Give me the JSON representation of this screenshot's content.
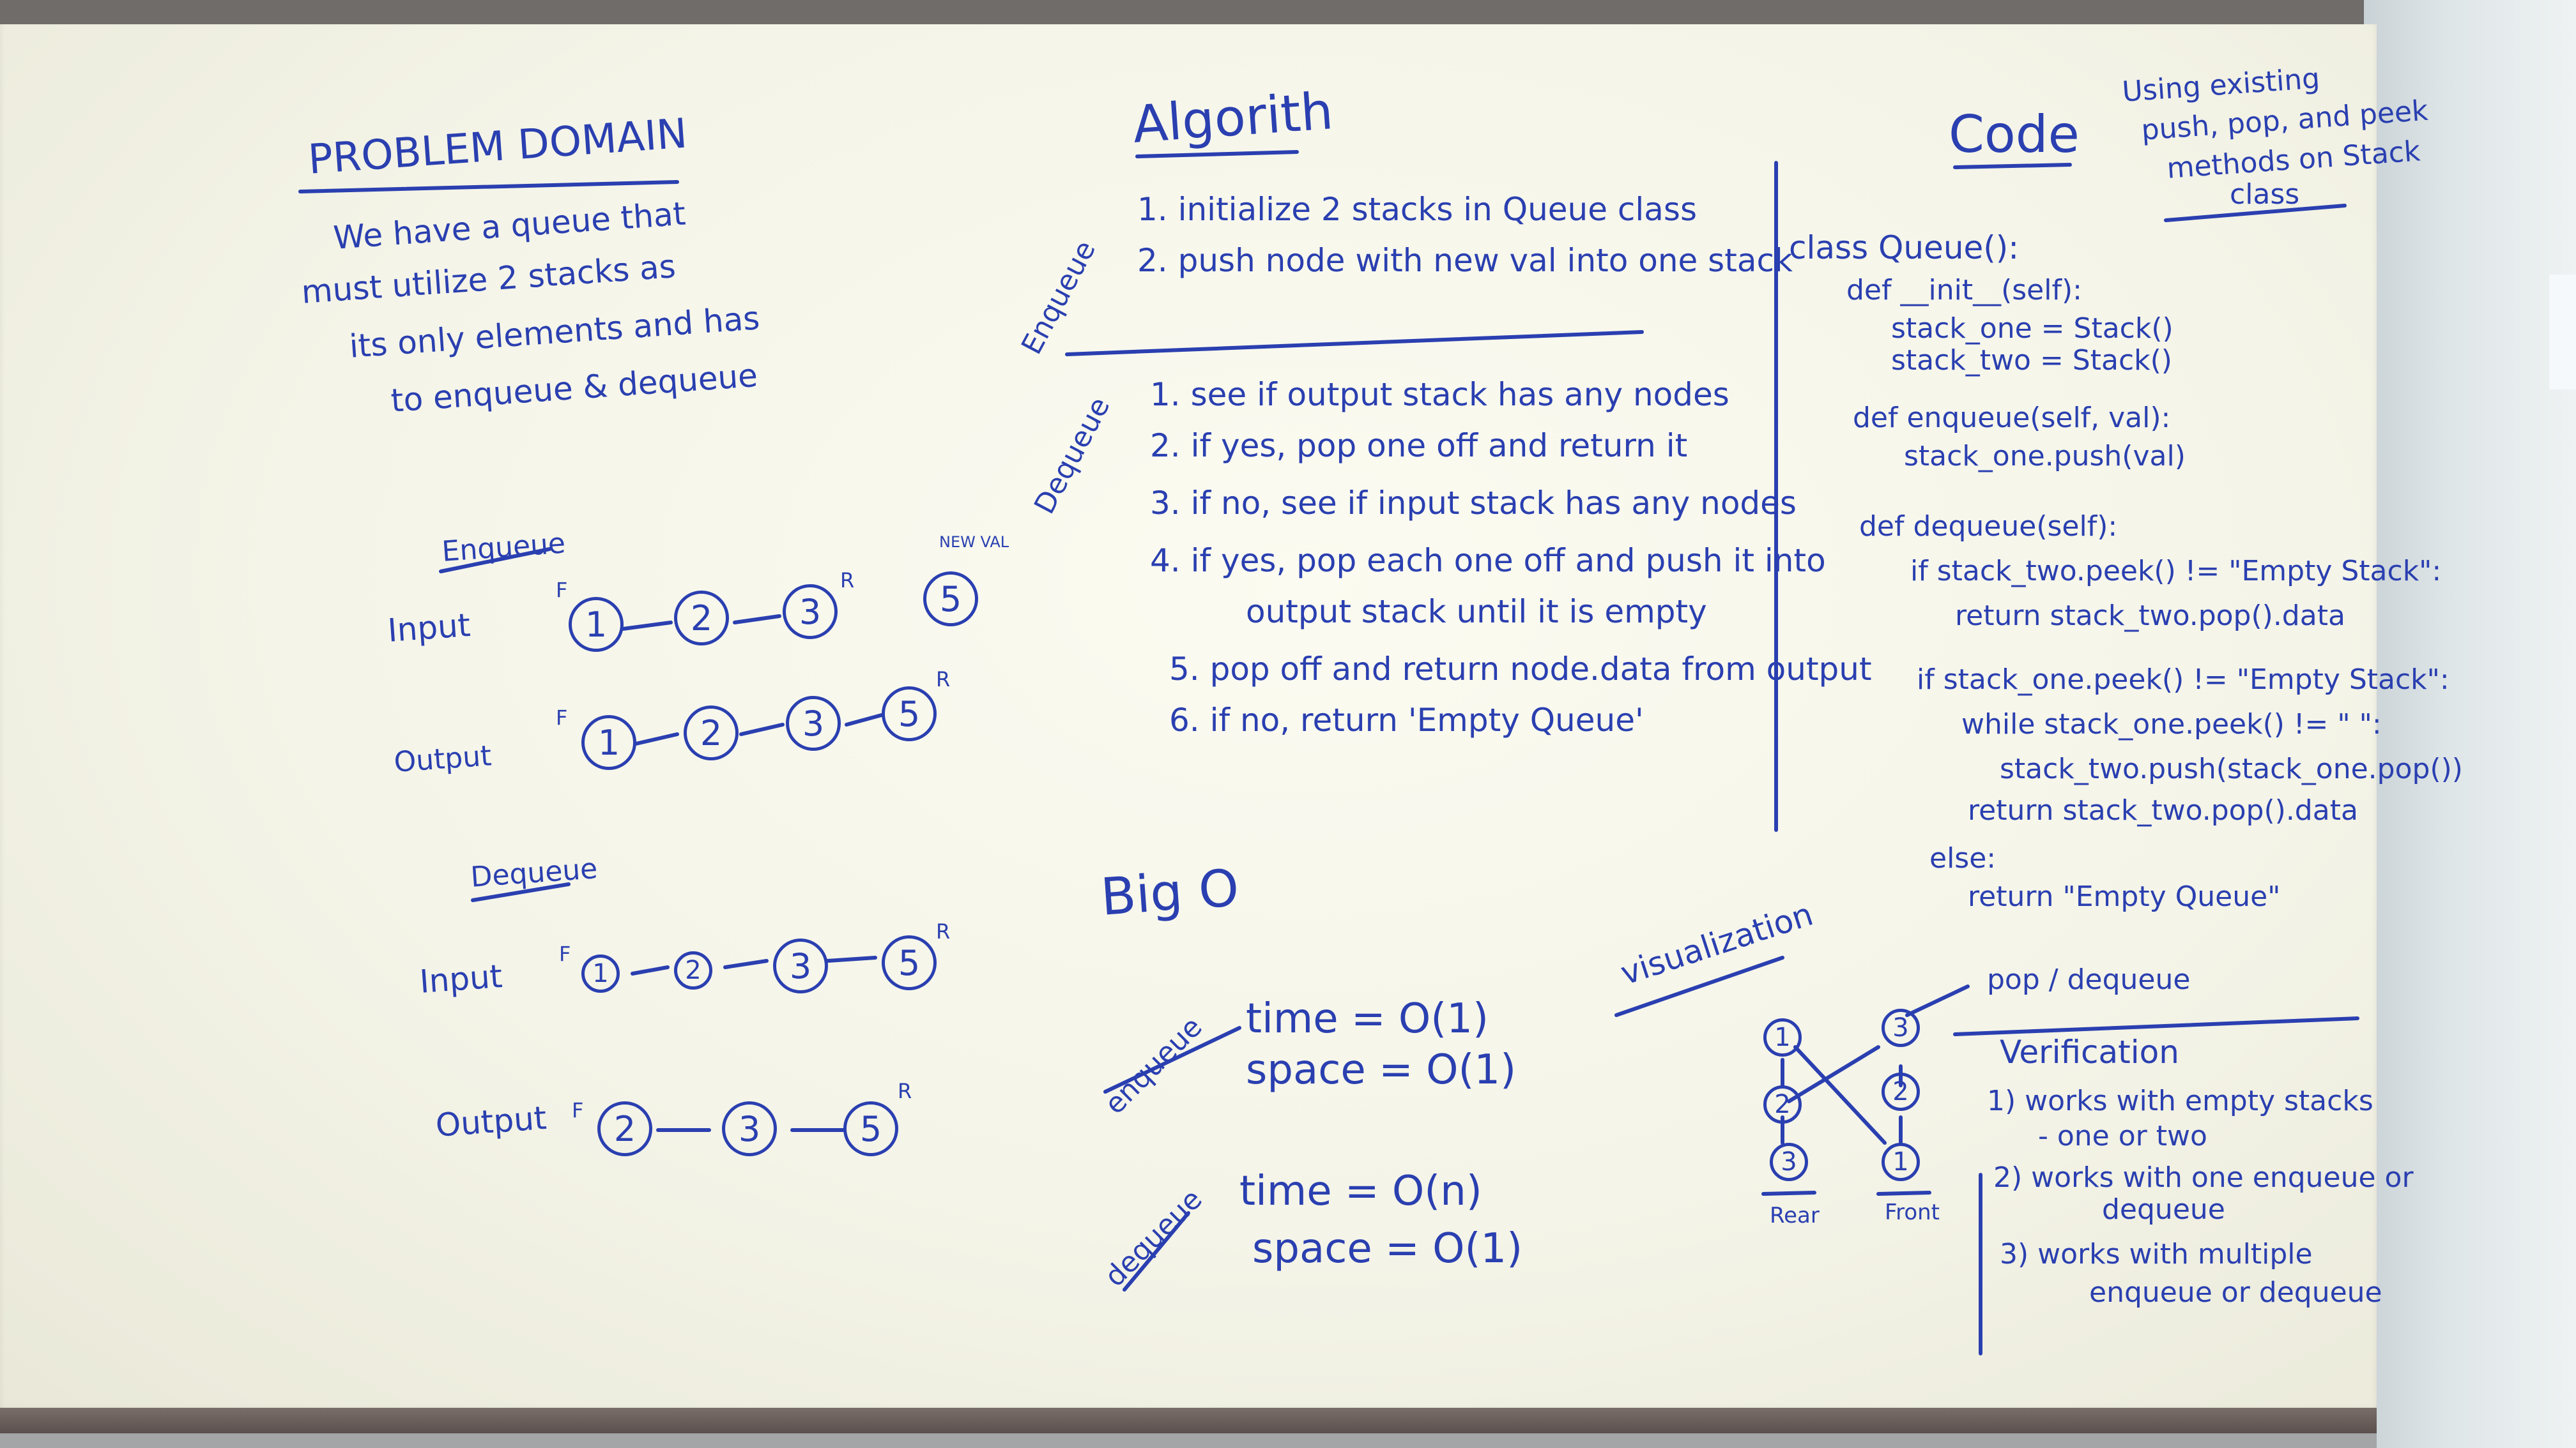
{
  "problem_domain": {
    "title": "PROBLEM DOMAIN",
    "lines": [
      "We have a queue that",
      "must utilize 2 stacks as",
      "its only elements and has",
      "to enqueue & dequeue"
    ]
  },
  "algorithm": {
    "title": "Algorith",
    "enqueue_label": "Enqueue",
    "enqueue_steps": [
      "1. initialize 2 stacks in Queue class",
      "2. push node with new val into one stack"
    ],
    "dequeue_label": "Dequeue",
    "dequeue_steps": [
      "1. see if output stack has any nodes",
      "2. if yes, pop one off and return it",
      "3. if no, see if input stack has any nodes",
      "4. if yes, pop each one off and push it into",
      "output stack until it is empty",
      "5. pop off and return node.data from output",
      "6. if no, return 'Empty Queue'"
    ]
  },
  "code": {
    "title": "Code",
    "note": [
      "Using existing",
      "push, pop, and peek",
      "methods on Stack",
      "class"
    ],
    "lines": [
      "class Queue():",
      "def __init__(self):",
      "stack_one = Stack()",
      "stack_two = Stack()",
      "def enqueue(self, val):",
      "stack_one.push(val)",
      "def dequeue(self):",
      "if stack_two.peek() != \"Empty Stack\":",
      "return stack_two.pop().data",
      "if stack_one.peek() != \"Empty Stack\":",
      "while stack_one.peek() != \"  \":",
      "stack_two.push(stack_one.pop())",
      "return stack_two.pop().data",
      "else:",
      "return \"Empty Queue\""
    ]
  },
  "examples": {
    "enqueue_label": "Enqueue",
    "dequeue_label": "Dequeue",
    "input_label": "Input",
    "output_label": "Output",
    "new_val_label": "NEW VAL",
    "front_marker": "F",
    "rear_marker": "R",
    "enqueue_input": [
      "1",
      "2",
      "3"
    ],
    "enqueue_new": "5",
    "enqueue_output": [
      "1",
      "2",
      "3",
      "5"
    ],
    "dequeue_input": [
      "1",
      "2",
      "3",
      "5"
    ],
    "dequeue_output": [
      "2",
      "3",
      "5"
    ]
  },
  "big_o": {
    "title": "Big O",
    "enqueue_label": "enqueue",
    "dequeue_label": "dequeue",
    "enqueue_time": "time = O(1)",
    "enqueue_space": "space = O(1)",
    "dequeue_time": "time = O(n)",
    "dequeue_space": "space = O(1)"
  },
  "visualization": {
    "title": "visualization",
    "left_stack": [
      "1",
      "2",
      "3"
    ],
    "right_stack": [
      "3",
      "2",
      "1"
    ],
    "rear_label": "Rear",
    "front_label": "Front",
    "pop_label": "pop / dequeue"
  },
  "verification": {
    "title": "Verification",
    "items": [
      "1) works with empty stacks",
      "- one or two",
      "2) works with one enqueue or",
      "dequeue",
      "3) works with multiple",
      "enqueue or dequeue"
    ]
  }
}
